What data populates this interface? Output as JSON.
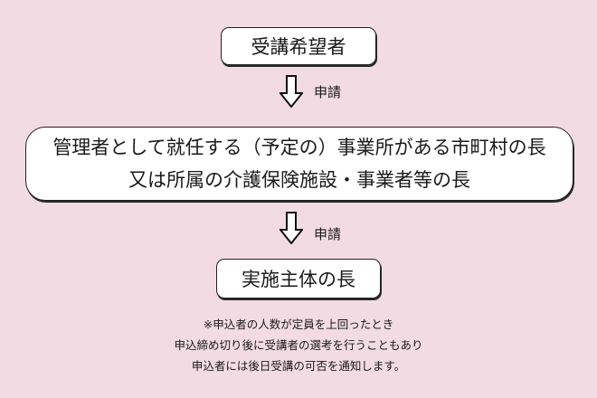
{
  "flow": {
    "applicant": "受講希望者",
    "step1_label": "申請",
    "intermediary": {
      "line1": "管理者として就任する（予定の）事業所がある市町村の長",
      "line2": "又は所属の介護保険施設・事業者等の長"
    },
    "step2_label": "申請",
    "authority": "実施主体の長"
  },
  "note": {
    "lines": [
      "※申込者の人数が定員を上回ったとき",
      "申込締め切り後に受講者の選考を行うこともあり",
      "申込者には後日受講の可否を通知します。"
    ]
  },
  "colors": {
    "background": "#f2dbe3",
    "box": "#ffffff",
    "border": "#222222"
  }
}
